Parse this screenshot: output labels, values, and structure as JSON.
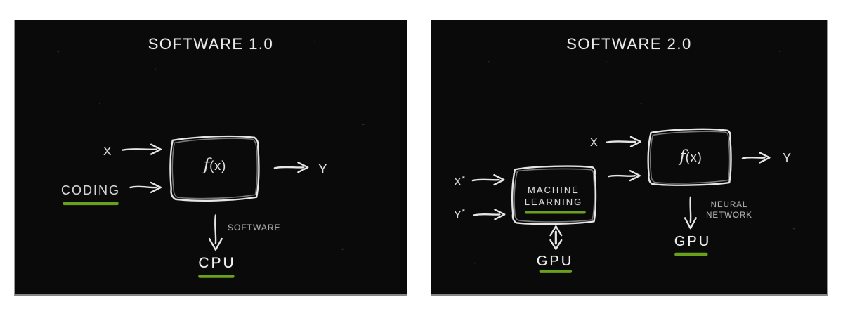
{
  "colors": {
    "page_bg": "#ffffff",
    "panel_bg": "#0a0a0a",
    "ink": "#e8e8e8",
    "dim_ink": "#b0b0b0",
    "accent_green": "#6aa11c"
  },
  "panel1": {
    "title": "SOFTWARE 1.0",
    "input_x": "X",
    "input_coding": "CODING",
    "fx_f": "f",
    "fx_args": "(x)",
    "output_y": "Y",
    "flow_label": "SOFTWARE",
    "processor": "CPU"
  },
  "panel2": {
    "title": "SOFTWARE 2.0",
    "input_x": "X",
    "xstar_base": "X",
    "xstar_sup": "*",
    "ystar_base": "Y",
    "ystar_sup": "*",
    "ml_line1": "MACHINE",
    "ml_line2": "LEARNING",
    "fx_f": "f",
    "fx_args": "(x)",
    "output_y": "Y",
    "flow_label_line1": "NEURAL",
    "flow_label_line2": "NETWORK",
    "ml_processor": "GPU",
    "nn_processor": "GPU"
  }
}
